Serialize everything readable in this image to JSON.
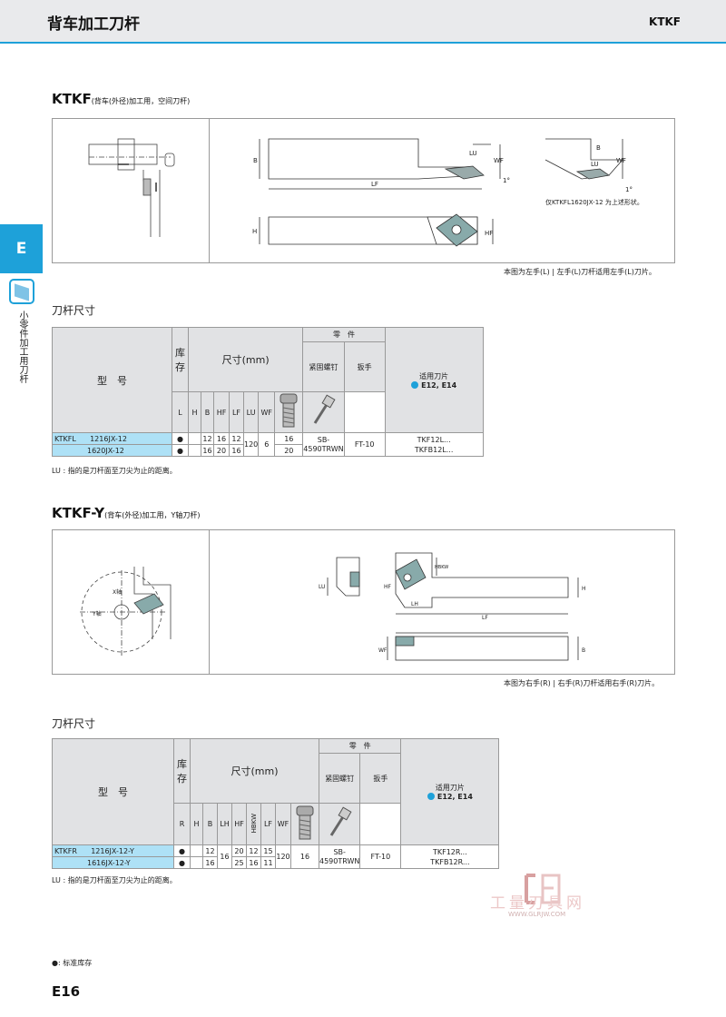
{
  "header": {
    "title": "背车加工刀杆",
    "code": "KTKF"
  },
  "side": {
    "tab": "E",
    "label": "小零件加工用刀杆"
  },
  "sec1": {
    "name": "KTKF",
    "desc": "(背车(外径)加工用，空间刀杆)",
    "fig_labels": {
      "B": "B",
      "LU": "LU",
      "WF": "WF",
      "LF": "LF",
      "H": "H",
      "HF": "HF",
      "one": "1°",
      "B2": "B",
      "LU2": "LU",
      "WF2": "WF",
      "one2": "1°"
    },
    "fig_note": "仅KTKFL1620JX-12\n为上述形状。",
    "caption": "本图为左手(L) | 左手(L)刀杆适用左手(L)刀片。",
    "table_title": "刀杆尺寸",
    "table": {
      "model_label": "型　号",
      "stock_label": "库存",
      "dims_label": "尺寸(mm)",
      "parts_label": "零　件",
      "screw_label": "紧固螺钉",
      "wrench_label": "扳手",
      "inserts_label": "适用刀片",
      "inserts_ref": "E12, E14",
      "cols": [
        "L",
        "H",
        "B",
        "HF",
        "LF",
        "LU",
        "WF"
      ],
      "prefix": "KTKFL",
      "rows": [
        {
          "model": "1216JX-12",
          "stock": "●",
          "H": "12",
          "B": "16",
          "HF": "12",
          "WF": "16"
        },
        {
          "model": "1620JX-12",
          "stock": "●",
          "H": "16",
          "B": "20",
          "HF": "16",
          "WF": "20"
        }
      ],
      "LF": "120",
      "LU": "6",
      "screw": "SB-\n4590TRWN",
      "wrench": "FT-10",
      "inserts": "TKF12L...\nTKFB12L..."
    },
    "lu_note": "LU : 指的是刀杆面至刀尖为止的距离。"
  },
  "sec2": {
    "name": "KTKF-Y",
    "desc": "(背车(外径)加工用，Y轴刀杆)",
    "fig_labels": {
      "X": "X轴",
      "Y": "Y轴",
      "LU": "LU",
      "HF": "HF",
      "LH": "LH",
      "HBKW": "HBKW",
      "H": "H",
      "LF": "LF",
      "WF": "WF",
      "B": "B"
    },
    "caption": "本图为右手(R) | 右手(R)刀杆适用右手(R)刀片。",
    "table_title": "刀杆尺寸",
    "table": {
      "model_label": "型　号",
      "stock_label": "库存",
      "dims_label": "尺寸(mm)",
      "parts_label": "零　件",
      "screw_label": "紧固螺钉",
      "wrench_label": "扳手",
      "inserts_label": "适用刀片",
      "inserts_ref": "E12, E14",
      "cols": [
        "R",
        "H",
        "B",
        "LH",
        "HF",
        "HBKW",
        "LF",
        "WF"
      ],
      "prefix": "KTKFR",
      "rows": [
        {
          "model": "1216JX-12-Y",
          "stock": "●",
          "H": "12",
          "LH": "20",
          "HF": "12",
          "HBKW": "15"
        },
        {
          "model": "1616JX-12-Y",
          "stock": "●",
          "H": "16",
          "LH": "25",
          "HF": "16",
          "HBKW": "11"
        }
      ],
      "B": "16",
      "LF": "120",
      "WF": "16",
      "screw": "SB-\n4590TRWN",
      "wrench": "FT-10",
      "inserts": "TKF12R...\nTKFB12R..."
    },
    "lu_note": "LU : 指的是刀杆面至刀尖为止的距离。"
  },
  "footnote": "●: 标准库存",
  "page": "E16",
  "watermark": {
    "text": "工量刃具网",
    "url": "WWW.GLRJW.COM"
  }
}
